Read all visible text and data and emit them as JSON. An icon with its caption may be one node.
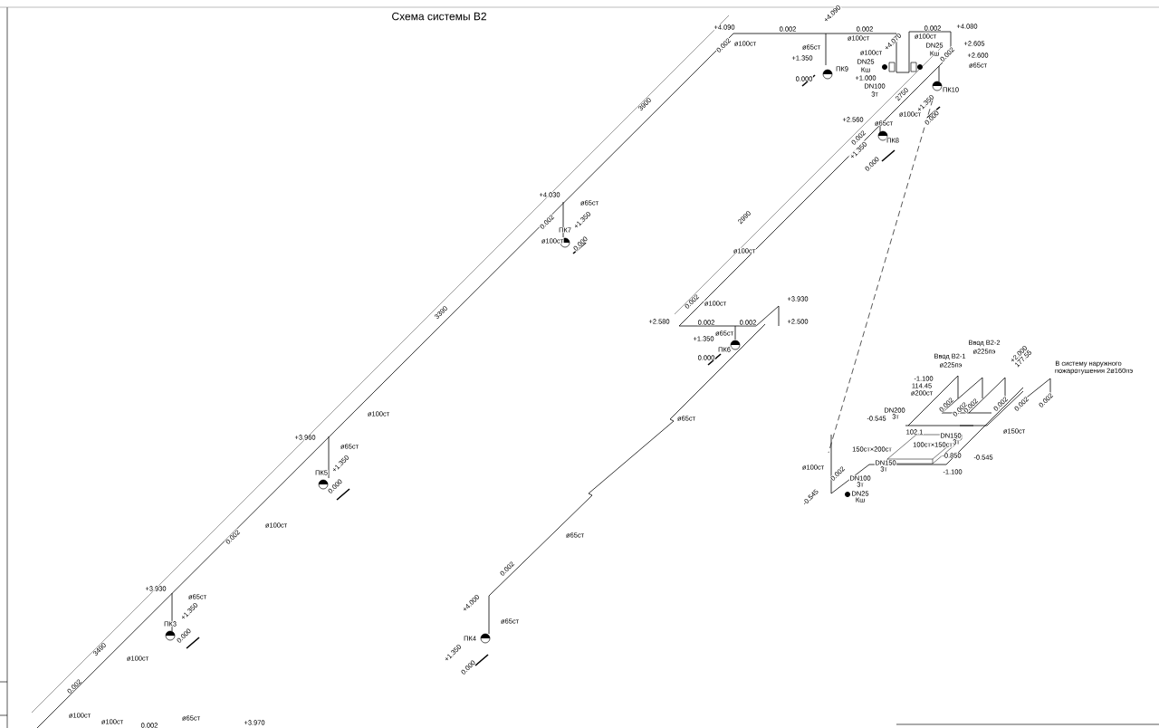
{
  "diagram": {
    "title": "Схема системы В2",
    "labels": [
      "+4.090",
      "0.002",
      "+4.090",
      "0.002",
      "ø100ст",
      "0.002",
      "+4.080",
      "ø65ст",
      "+1.350",
      "ПК9",
      "0.000",
      "+4.070",
      "ø100ст",
      "ø100ст",
      "DN25",
      "Кш",
      "+2.605",
      "DN25",
      "Кш",
      "+1.000",
      "DN100",
      "3т",
      "0.002",
      "+2.600",
      "ø65ст",
      "ПК10",
      "2750",
      "ø100ст",
      "+1.350",
      "0.000",
      "+2.560",
      "ø65ст",
      "0.002",
      "ПК8",
      "+1.350",
      "0.000",
      "2990",
      "ø100ст",
      "0.002",
      "ø100ст",
      "+2.580",
      "0.002",
      "0.002",
      "ø65ст",
      "+1.350",
      "ПК6",
      "0.000",
      "+3.930",
      "+2.500",
      "ø65ст",
      "ø65ст",
      "0.002",
      "+4.000",
      "ø65ст",
      "ПК4",
      "+1.350",
      "0.000",
      "0.002",
      "ø100ст",
      "3900",
      "+4.030",
      "0.002",
      "ø65ст",
      "+1.350",
      "ПК7",
      "ø100ст",
      "0.000",
      "3390",
      "ø100ст",
      "+3.960",
      "ø65ст",
      "+1.350",
      "ПК5",
      "0.000",
      "0.002",
      "ø100ст",
      "+3.930",
      "ø65ст",
      "+1.350",
      "ПК3",
      "0.000",
      "3490",
      "ø100ст",
      "0.002",
      "ø100ст",
      "ø100ст",
      "0.002",
      "ø65ст",
      "+3.970",
      "Ввод В2-2",
      "ø225пэ",
      "Ввод В2-1",
      "ø225пэ",
      "+2.000",
      "177.55",
      "В систему наружного",
      "пожаротушения 2ø160пэ",
      "-1.100",
      "114.45",
      "ø200ст",
      "0.002",
      "0.002",
      "0.002",
      "0.002",
      "0.002",
      "0.002",
      "-0.545",
      "DN200",
      "3т",
      "102.1",
      "DN150",
      "3т",
      "ø150ст",
      "150ст×200ст",
      "100ст×150ст",
      "-0.850",
      "-0.545",
      "ø100ст",
      "0.002",
      "DN100",
      "3т",
      "DN150",
      "3т",
      "-1.100",
      "DN25",
      "Кш",
      "-0.545"
    ]
  }
}
